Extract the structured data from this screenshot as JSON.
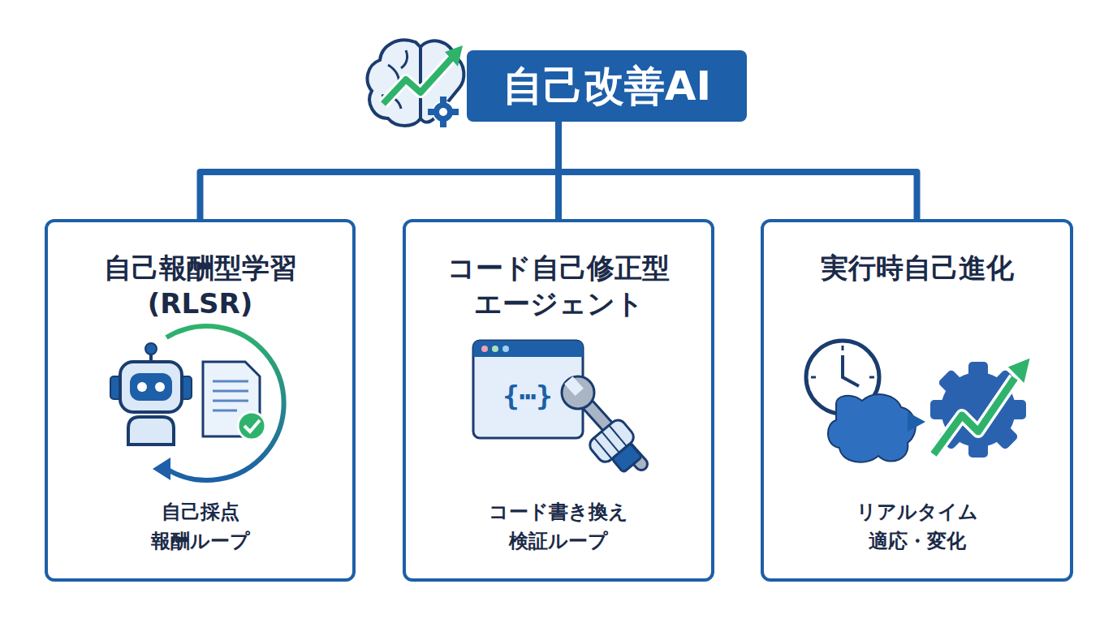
{
  "diagram": {
    "nodes": [
      {
        "text": [
          "自己改善AI"
        ]
      },
      {
        "text": [
          "自己報酬型学習 (RLSR)",
          "自己採点 報酬ループ"
        ]
      },
      {
        "text": [
          "コード自己修正型 エージェント",
          "コード書き換え 検証ループ"
        ]
      },
      {
        "text": [
          "実行時自己進化",
          "リアルタイム 適応・変化"
        ]
      }
    ],
    "edges": [
      {
        "from": 0,
        "to": 1,
        "arrow": "none"
      },
      {
        "from": 0,
        "to": 2,
        "arrow": "none"
      },
      {
        "from": 0,
        "to": 3,
        "arrow": "none"
      }
    ],
    "labels": [
      "{⋯}"
    ]
  }
}
